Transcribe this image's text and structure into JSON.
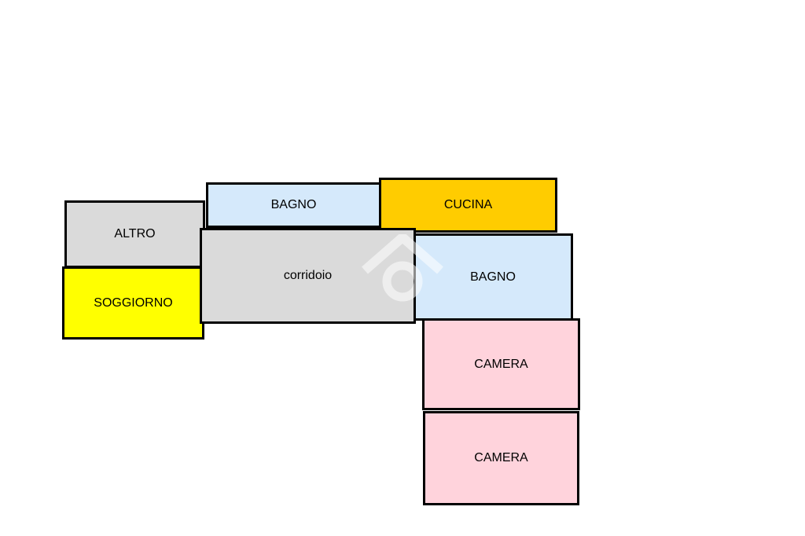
{
  "rooms": [
    {
      "label": "ALTRO",
      "color": "#dadada"
    },
    {
      "label": "SOGGIORNO",
      "color": "#ffff00"
    },
    {
      "label": "BAGNO",
      "color": "#d5e9fb"
    },
    {
      "label": "CUCINA",
      "color": "#ffcc00"
    },
    {
      "label": "corridoio",
      "color": "#dadada"
    },
    {
      "label": "BAGNO",
      "color": "#d5e9fb"
    },
    {
      "label": "CAMERA",
      "color": "#ffd3dc"
    },
    {
      "label": "CAMERA",
      "color": "#ffd3dc"
    }
  ]
}
